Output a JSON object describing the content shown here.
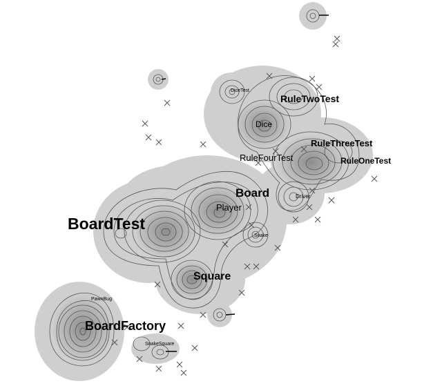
{
  "figure": {
    "colors": {
      "background": "#ffffff",
      "outer_fill": "#cfcfcf",
      "contour": "#555555",
      "label": "#000000",
      "marker": "#555555"
    }
  },
  "labels": {
    "boardtest": "BoardTest",
    "boardfactory": "BoardFactory",
    "square": "Square",
    "board": "Board",
    "player": "Player",
    "ruletwotest": "RuleTwoTest",
    "rulethreetest": "RuleThreeTest",
    "ruleonetest": "RuleOneTest",
    "rulefourtest": "RuleFourTest",
    "dice": "Dice",
    "driver": "Driver",
    "snake": "Snake",
    "dicetest": "DiceTest",
    "pawnbug": "PawnBug",
    "snakesquare": "SnakeSquare"
  }
}
